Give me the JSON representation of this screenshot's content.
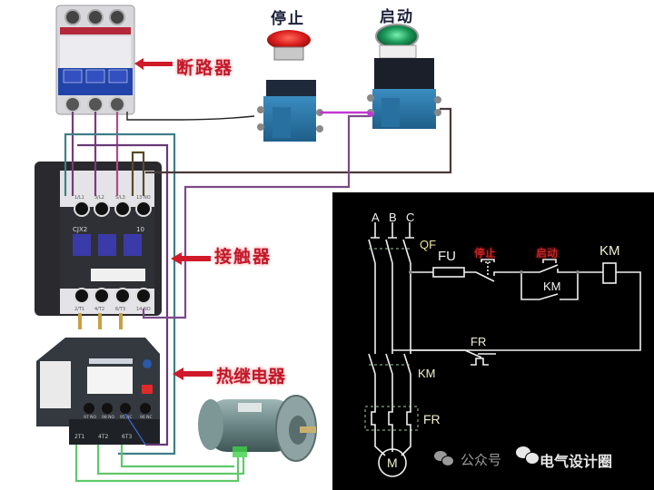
{
  "photo": {
    "labels": {
      "breaker": "断路器",
      "contactor": "接触器",
      "thermal_relay": "热继电器",
      "stop": "停止",
      "start": "启动"
    },
    "contactor_terminals_top": [
      "1/L1",
      "3/L2",
      "5/L3",
      "13 NO"
    ],
    "contactor_terminals_bottom": [
      "2/T1",
      "4/T2",
      "6/T3",
      "14 NO"
    ],
    "contactor_model": "CJX2",
    "contactor_rating": "10",
    "relay_terminals": [
      "97 NO",
      "98 NO",
      "95 NC",
      "96 NC"
    ],
    "relay_outputs": [
      "2T1",
      "4T2",
      "6T3"
    ],
    "breaker_toggles": [
      "ON",
      "ON",
      "ON"
    ]
  },
  "schematic": {
    "phases": [
      "A",
      "B",
      "C"
    ],
    "qf": "QF",
    "fu": "FU",
    "stop": "停止",
    "start": "启动",
    "km_coil": "KM",
    "km_hold": "KM",
    "fr_contact": "FR",
    "km_main": "KM",
    "fr_main": "FR",
    "motor": "M"
  },
  "watermark": {
    "prefix": "公众号",
    "name": "电气设计圈"
  },
  "colors": {
    "label_red": "#c0182a",
    "wire_purple": "#7a3a78",
    "wire_teal": "#3f7f86",
    "wire_green": "#5fc86a",
    "wire_magenta": "#c03ad0",
    "button_blue": "#2e7fb2",
    "breaker_blue": "#2244aa"
  }
}
